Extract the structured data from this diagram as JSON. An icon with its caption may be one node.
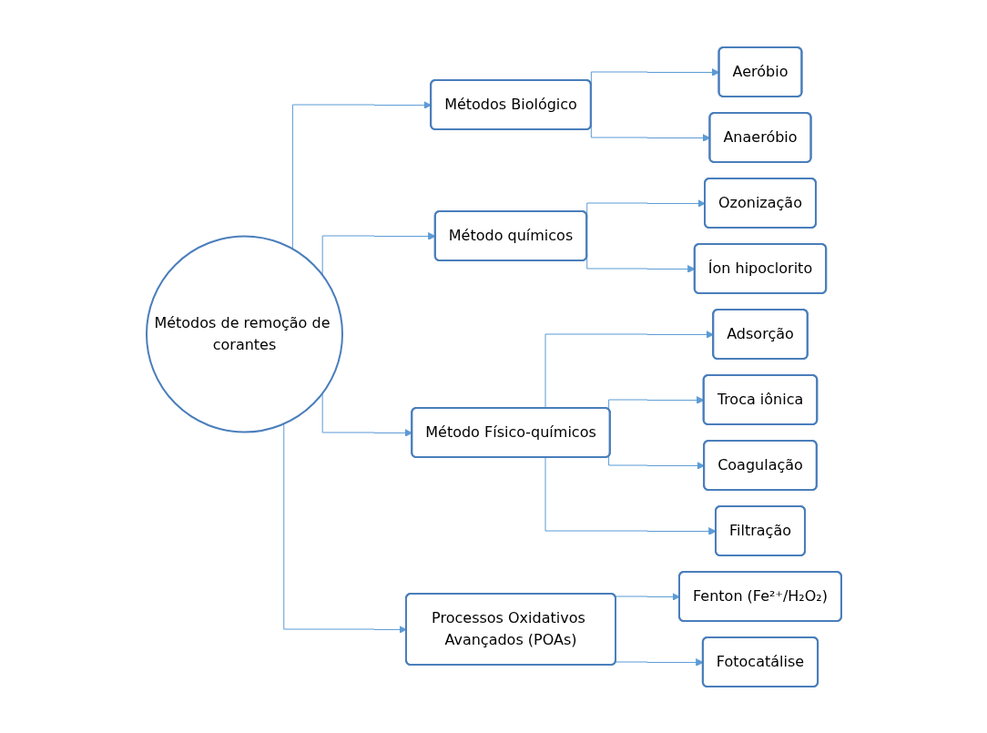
{
  "diagram": {
    "nodes": [
      {
        "text": [
          "Métodos de remoção de corantes"
        ]
      },
      {
        "text": [
          "Métodos Biológico"
        ]
      },
      {
        "text": [
          "Aeróbio"
        ]
      },
      {
        "text": [
          "Anaeróbio"
        ]
      },
      {
        "text": [
          "Método químicos"
        ]
      },
      {
        "text": [
          "Ozonização"
        ]
      },
      {
        "text": [
          "Íon hipoclorito"
        ]
      },
      {
        "text": [
          "Método Físico-químicos"
        ]
      },
      {
        "text": [
          "Adsorção"
        ]
      },
      {
        "text": [
          "Troca iônica"
        ]
      },
      {
        "text": [
          "Coagulação"
        ]
      },
      {
        "text": [
          "Filtração"
        ]
      },
      {
        "text": [
          "Processos Oxidativos Avançados (POAs)"
        ]
      },
      {
        "text": [
          "Fenton (Fe²⁺/H₂O₂)"
        ]
      },
      {
        "text": [
          "Fotocatálise"
        ]
      }
    ],
    "edges": [
      {
        "from": 0,
        "to": 1,
        "arrow": "to"
      },
      {
        "from": 0,
        "to": 4,
        "arrow": "to"
      },
      {
        "from": 0,
        "to": 7,
        "arrow": "to"
      },
      {
        "from": 0,
        "to": 12,
        "arrow": "to"
      },
      {
        "from": 1,
        "to": 2,
        "arrow": "to"
      },
      {
        "from": 1,
        "to": 3,
        "arrow": "to"
      },
      {
        "from": 4,
        "to": 5,
        "arrow": "to"
      },
      {
        "from": 4,
        "to": 6,
        "arrow": "to"
      },
      {
        "from": 7,
        "to": 8,
        "arrow": "to"
      },
      {
        "from": 7,
        "to": 9,
        "arrow": "to"
      },
      {
        "from": 7,
        "to": 10,
        "arrow": "to"
      },
      {
        "from": 7,
        "to": 11,
        "arrow": "to"
      },
      {
        "from": 12,
        "to": 13,
        "arrow": "to"
      },
      {
        "from": 12,
        "to": 14,
        "arrow": "to"
      }
    ]
  }
}
